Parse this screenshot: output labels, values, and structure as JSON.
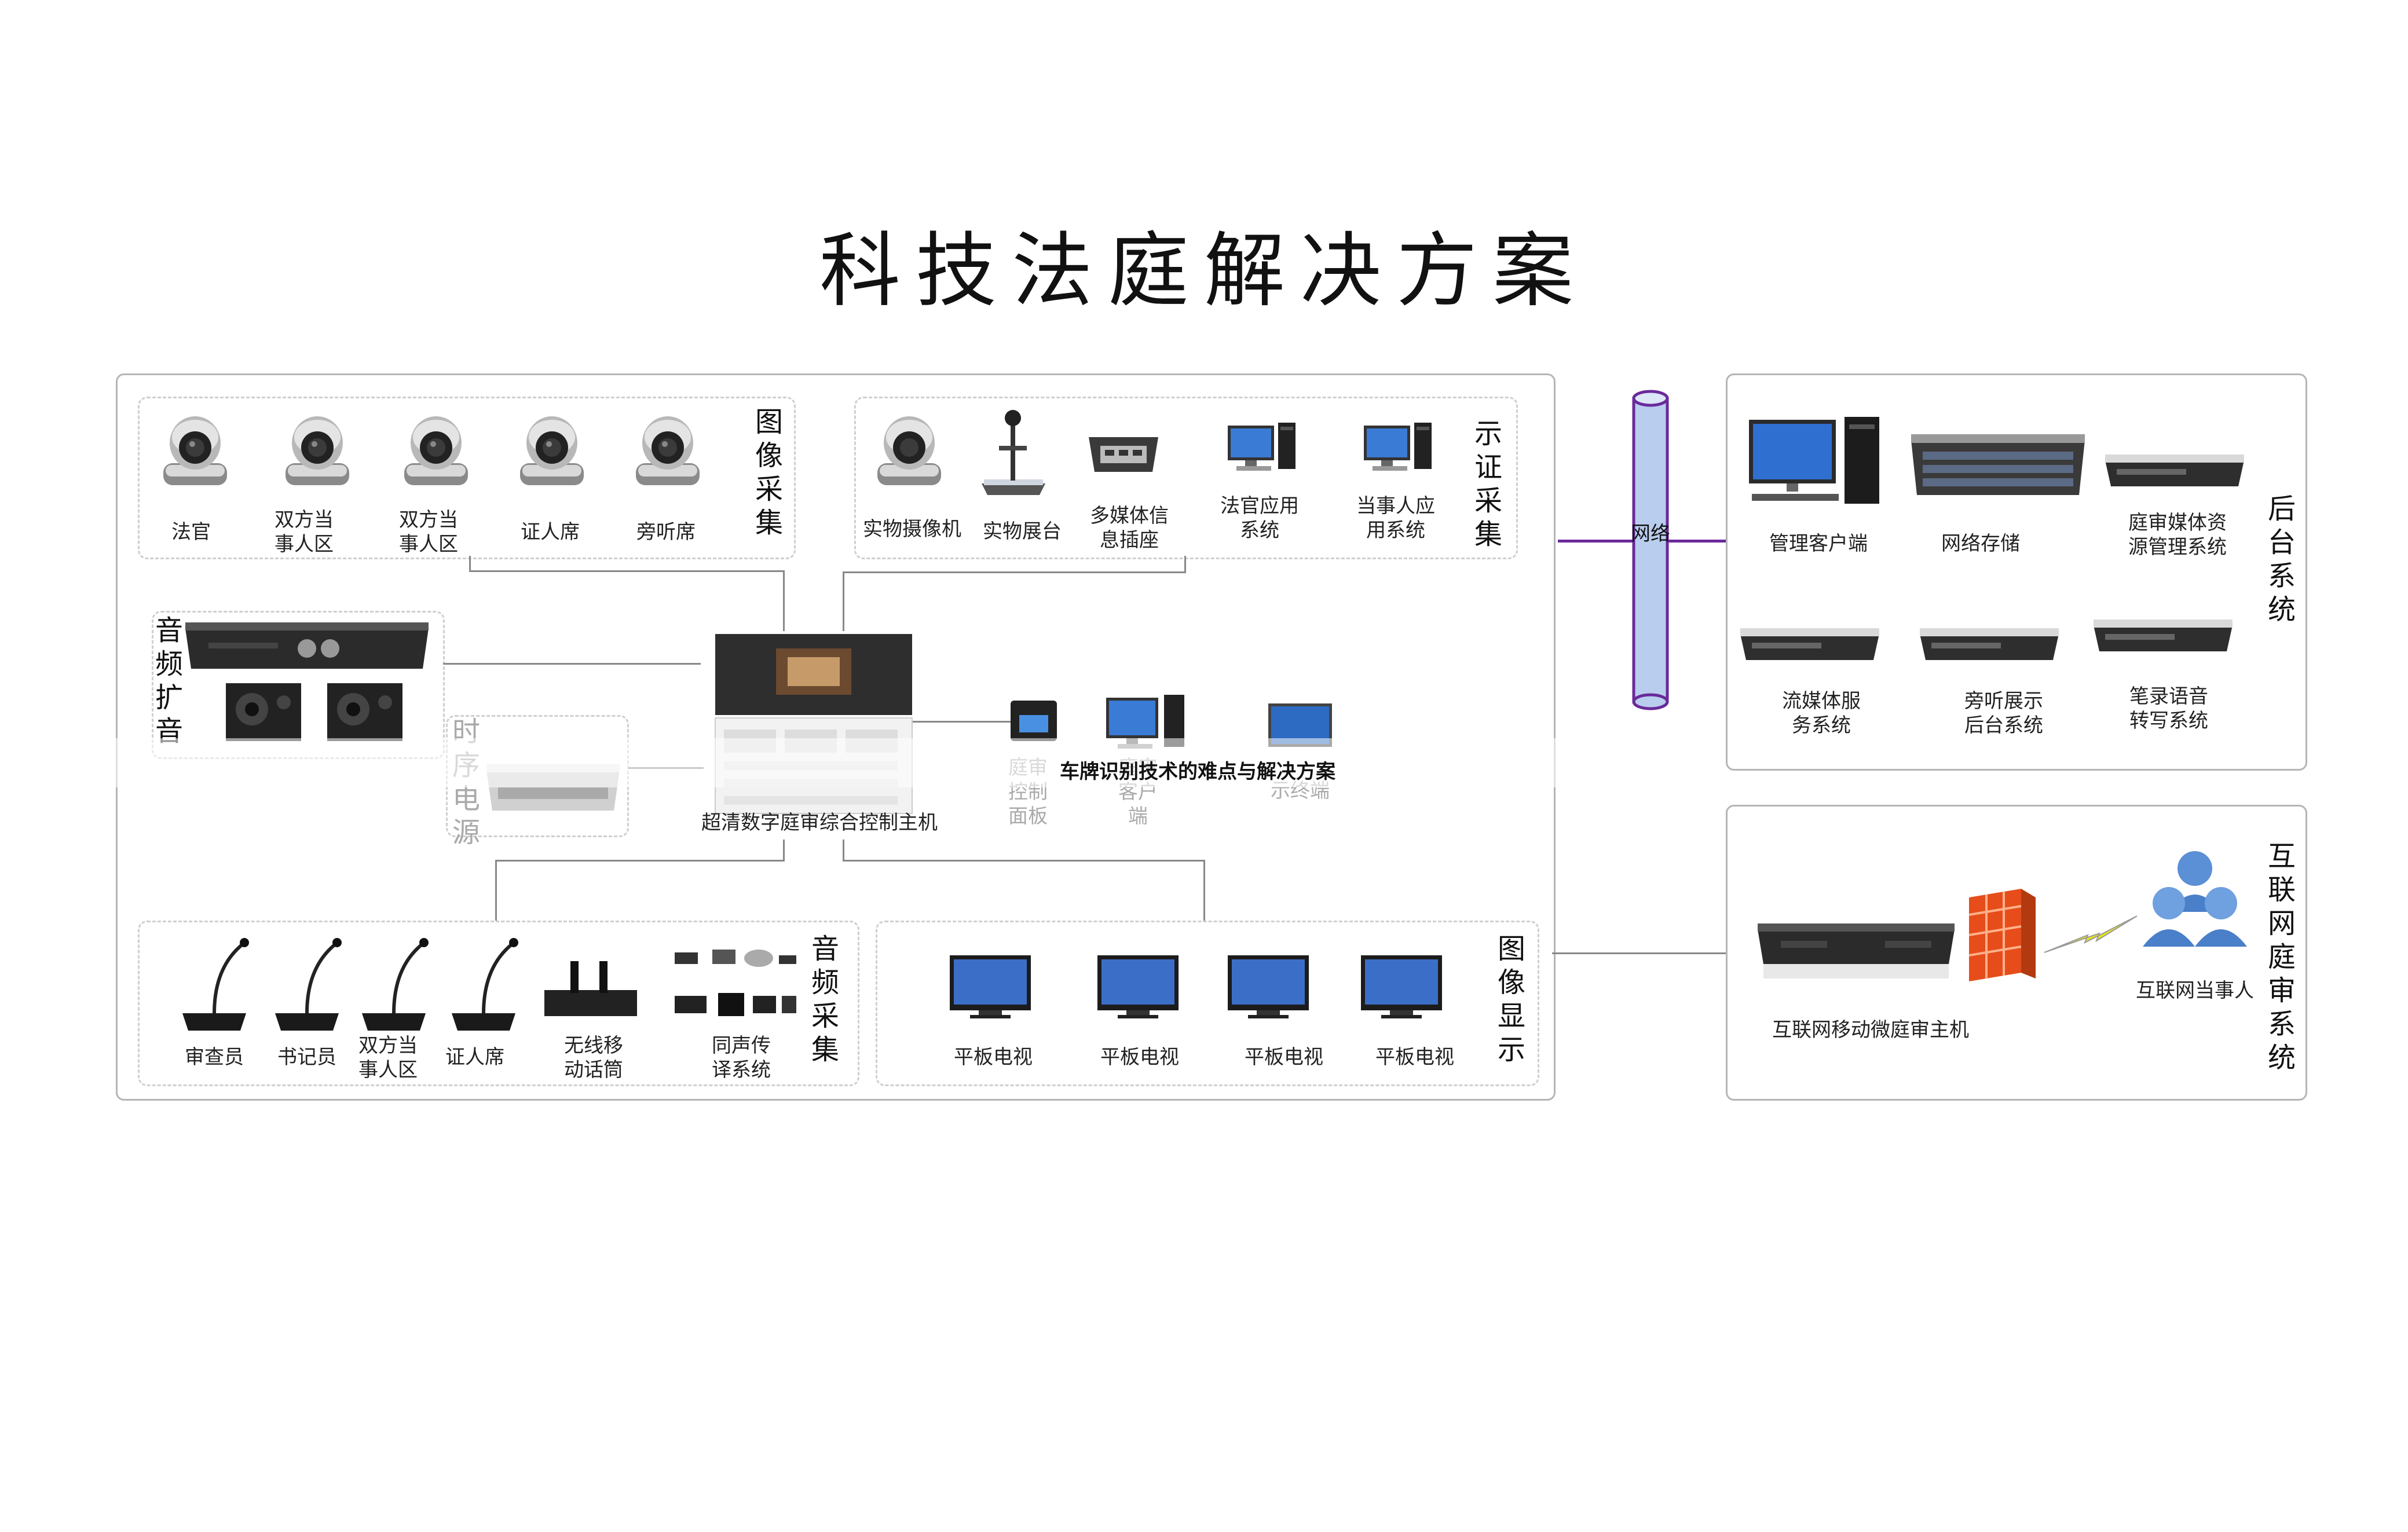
{
  "title": "科技法庭解决方案",
  "network_label": "网络",
  "groups": {
    "image_capture": "图像采集",
    "evidence_capture": "示证采集",
    "audio_amp": "音频扩音",
    "sequencer": "时序电源",
    "audio_capture": "音频采集",
    "image_display": "图像显示",
    "backend": "后台系统",
    "internet_court": "互联网庭审系统"
  },
  "cameras": [
    "法官",
    "双方当事人区",
    "双方当事人区",
    "证人席",
    "旁听席"
  ],
  "evidence": [
    "实物摄像机",
    "实物展台",
    "多媒体信息插座",
    "法官应用系统",
    "当事人应用系统"
  ],
  "control_host": "超清数字庭审综合控制主机",
  "mid_devices": [
    "庭审控制面板",
    "庭审客户端",
    "示终端"
  ],
  "mics": [
    "审查员",
    "书记员",
    "双方当事人区",
    "证人席",
    "无线移动话筒",
    "同声传译系统"
  ],
  "tvs": [
    "平板电视",
    "平板电视",
    "平板电视",
    "平板电视"
  ],
  "backend_items": [
    "管理客户端",
    "网络存储",
    "庭审媒体资源管理系统",
    "流媒体服务系统",
    "旁听展示后台系统",
    "笔录语音转写系统"
  ],
  "internet_items": [
    "互联网移动微庭审主机",
    "互联网当事人"
  ],
  "overlay_text": "车牌识别技术的难点与解决方案",
  "colors": {
    "network_line": "#6a2a9a",
    "pipe_fill": "#b9cdee",
    "pipe_stroke": "#6a2a9a",
    "panel_border": "#b5b5b5"
  }
}
